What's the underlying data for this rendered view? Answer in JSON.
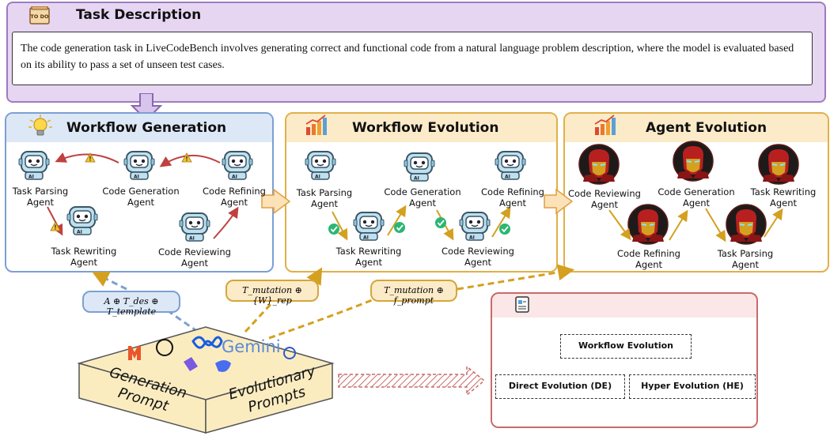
{
  "task": {
    "title": "Task Description",
    "todo_label": "TO DO",
    "text": "The code generation task in LiveCodeBench involves generating correct and functional code from a natural language problem description, where the model is evaluated based on its ability to pass a set of unseen test cases."
  },
  "workflow_generation": {
    "title": "Workflow Generation",
    "agents": [
      {
        "line1": "Task Parsing",
        "line2": "Agent"
      },
      {
        "line1": "Code Generation",
        "line2": "Agent"
      },
      {
        "line1": "Code Refining",
        "line2": "Agent"
      },
      {
        "line1": "Task Rewriting",
        "line2": "Agent"
      },
      {
        "line1": "Code Reviewing",
        "line2": "Agent"
      }
    ]
  },
  "workflow_evolution": {
    "title": "Workflow Evolution",
    "agents": [
      {
        "line1": "Task Parsing",
        "line2": "Agent"
      },
      {
        "line1": "Code Generation",
        "line2": "Agent"
      },
      {
        "line1": "Code Refining",
        "line2": "Agent"
      },
      {
        "line1": "Task Rewriting",
        "line2": "Agent"
      },
      {
        "line1": "Code Reviewing",
        "line2": "Agent"
      }
    ]
  },
  "agent_evolution": {
    "title": "Agent Evolution",
    "agents": [
      {
        "line1": "Code Reviewing",
        "line2": "Agent"
      },
      {
        "line1": "Code Generation",
        "line2": "Agent"
      },
      {
        "line1": "Task Rewriting",
        "line2": "Agent"
      },
      {
        "line1": "Code Refining",
        "line2": "Agent"
      },
      {
        "line1": "Task Parsing",
        "line2": "Agent"
      }
    ]
  },
  "formulas": {
    "generation": "A ⊕ T_des ⊕ T_template",
    "workflow": "T_mutation ⊕ {W}_rep",
    "agent": "T_mutation ⊕ f_prompt"
  },
  "box": {
    "logos": [
      "Gemini"
    ],
    "front_line1": "Generation",
    "front_line2": "Prompt",
    "side_line1": "Evolutionary",
    "side_line2": "Prompts"
  },
  "legend": {
    "workflow_evolution": "Workflow Evolution",
    "direct": "Direct Evolution (DE)",
    "hyper": "Hyper Evolution (HE)"
  },
  "colors": {
    "task_bg": "#e7d6f2",
    "gen_border": "#7c9fd4",
    "evo_border": "#e0b04a",
    "legend_border": "#c96a6a",
    "arrow_red": "#c04040",
    "arrow_gold": "#d4a020"
  }
}
